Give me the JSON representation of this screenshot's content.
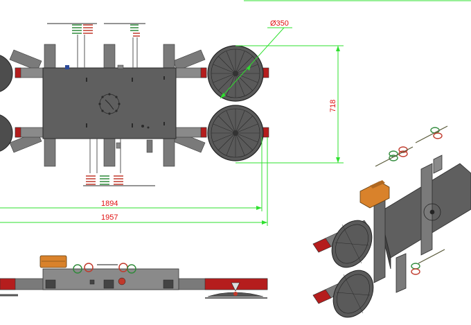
{
  "dimensions": {
    "suction_cup_diameter": "Ø350",
    "cup_spacing_vertical": "718",
    "width_inner": "1894",
    "width_outer": "1957"
  },
  "colors": {
    "dimension_line": "#2ee02e",
    "dimension_text": "#e01010",
    "frame_dark": "#5a5a5a",
    "frame_mid": "#7a7a7a",
    "frame_light": "#a8a8a8",
    "accent_red": "#b51d1d",
    "coil_green": "#2f8a3a",
    "coil_red": "#c0392b",
    "box_orange": "#d9822b"
  }
}
